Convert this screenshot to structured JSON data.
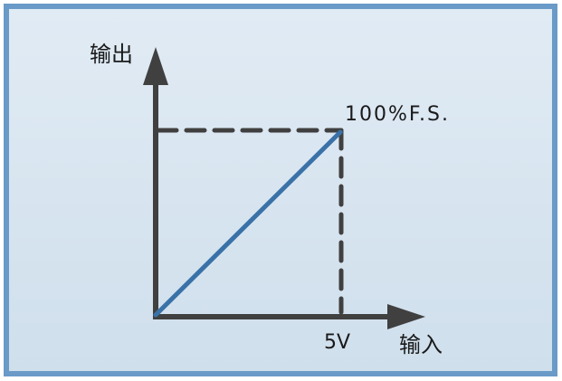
{
  "diagram": {
    "y_axis_label": "输出",
    "x_axis_label": "输入",
    "full_scale_label": "100%F.S.",
    "x_tick_label": "5V",
    "colors": {
      "border": "#6a9ac8",
      "background_top": "#e1ebf4",
      "background_bottom": "#cfdfec",
      "axis": "#404040",
      "line": "#3a72a8"
    }
  },
  "chart_data": {
    "type": "line",
    "title": "",
    "xlabel": "输入",
    "ylabel": "输出",
    "series": [
      {
        "name": "output",
        "x": [
          0,
          5
        ],
        "y": [
          0,
          100
        ]
      }
    ],
    "annotations": [
      "100%F.S.",
      "5V"
    ],
    "x_unit": "V",
    "y_unit": "%F.S.",
    "xlim": [
      0,
      5
    ],
    "ylim": [
      0,
      100
    ],
    "grid": false,
    "guides": "dashed lines from (5V,100%F.S.) to each axis"
  }
}
